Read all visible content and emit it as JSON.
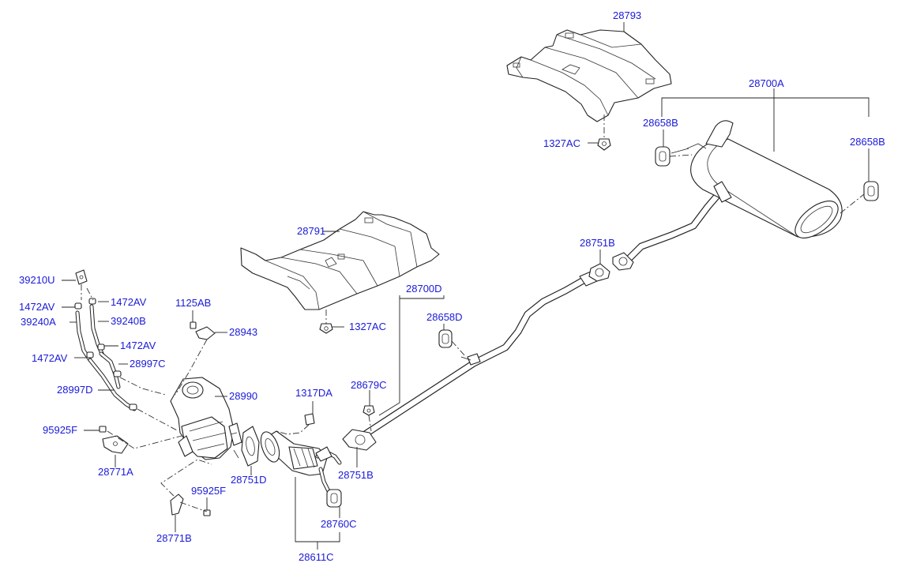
{
  "labels": {
    "p28793": "28793",
    "p1327AC_top": "1327AC",
    "p28700A": "28700A",
    "p28658B_left": "28658B",
    "p28658B_right": "28658B",
    "p28791": "28791",
    "p28751B_top": "28751B",
    "p28700D": "28700D",
    "p28658D": "28658D",
    "p1327AC_mid": "1327AC",
    "p39210U": "39210U",
    "p1472AV_a": "1472AV",
    "p1472AV_b": "1472AV",
    "p39240A": "39240A",
    "p39240B": "39240B",
    "p1472AV_c": "1472AV",
    "p1472AV_d": "1472AV",
    "p1125AB": "1125AB",
    "p28943": "28943",
    "p28997C": "28997C",
    "p28997D": "28997D",
    "p28990": "28990",
    "p1317DA": "1317DA",
    "p28679C": "28679C",
    "p95925F_left": "95925F",
    "p28771A": "28771A",
    "p28751D": "28751D",
    "p28751B_bottom": "28751B",
    "p95925F_bottom": "95925F",
    "p28760C": "28760C",
    "p28771B": "28771B",
    "p28611C": "28611C"
  },
  "colors": {
    "label": "#1a1ad8",
    "line": "#222222",
    "background": "#ffffff"
  }
}
